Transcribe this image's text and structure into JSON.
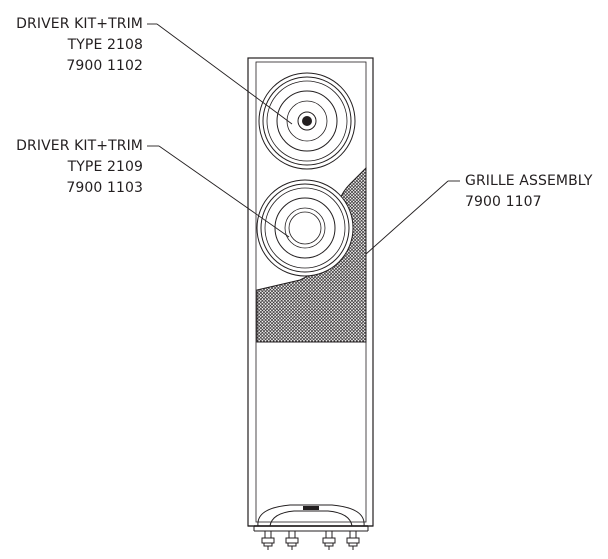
{
  "callouts": {
    "driver_2108": {
      "line1": "DRIVER KIT+TRIM",
      "line2": "TYPE 2108",
      "line3": "7900 1102"
    },
    "driver_2109": {
      "line1": "DRIVER KIT+TRIM",
      "line2": "TYPE 2109",
      "line3": "7900 1103"
    },
    "grille": {
      "line1": "GRILLE ASSEMBLY",
      "line2": "7900 1107"
    }
  },
  "colors": {
    "ink": "#231f20",
    "paper": "#ffffff"
  }
}
